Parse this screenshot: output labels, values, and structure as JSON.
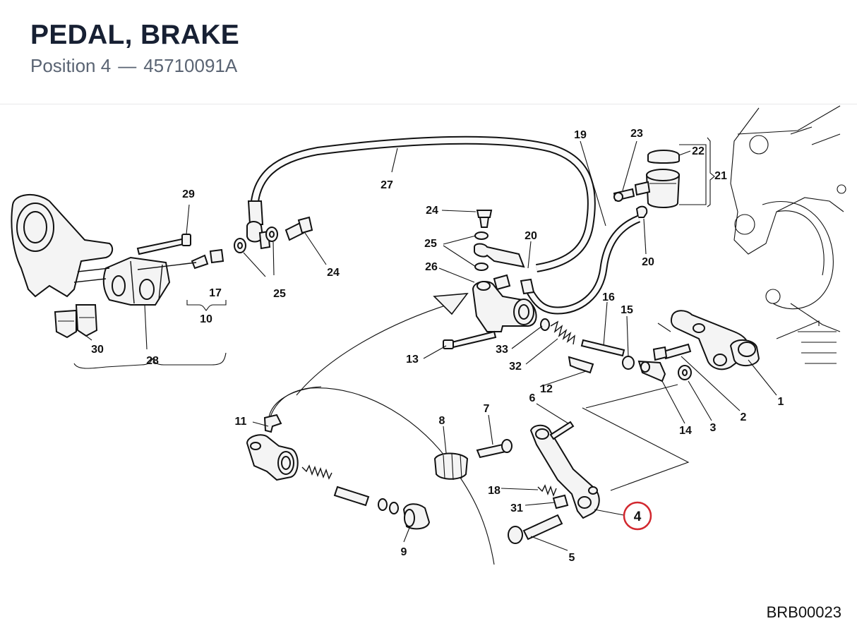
{
  "header": {
    "title": "PEDAL, BRAKE",
    "position_label": "Position 4",
    "separator": "—",
    "part_number": "45710091A"
  },
  "diagram": {
    "highlight_color": "#d2272e",
    "highlighted_callout": "4",
    "callouts": {
      "c1": "1",
      "c2": "2",
      "c3": "3",
      "c4": "4",
      "c5": "5",
      "c6": "6",
      "c7": "7",
      "c8": "8",
      "c9": "9",
      "c10": "10",
      "c11": "11",
      "c12": "12",
      "c13": "13",
      "c14": "14",
      "c15": "15",
      "c16": "16",
      "c17": "17",
      "c18": "18",
      "c19": "19",
      "c20a": "20",
      "c20b": "20",
      "c21": "21",
      "c22": "22",
      "c23": "23",
      "c24a": "24",
      "c24b": "24",
      "c25a": "25",
      "c25b": "25",
      "c26": "26",
      "c27": "27",
      "c28": "28",
      "c29": "29",
      "c30": "30",
      "c31": "31",
      "c32": "32",
      "c33": "33"
    }
  },
  "footer": {
    "drawing_code": "BRB00023"
  }
}
